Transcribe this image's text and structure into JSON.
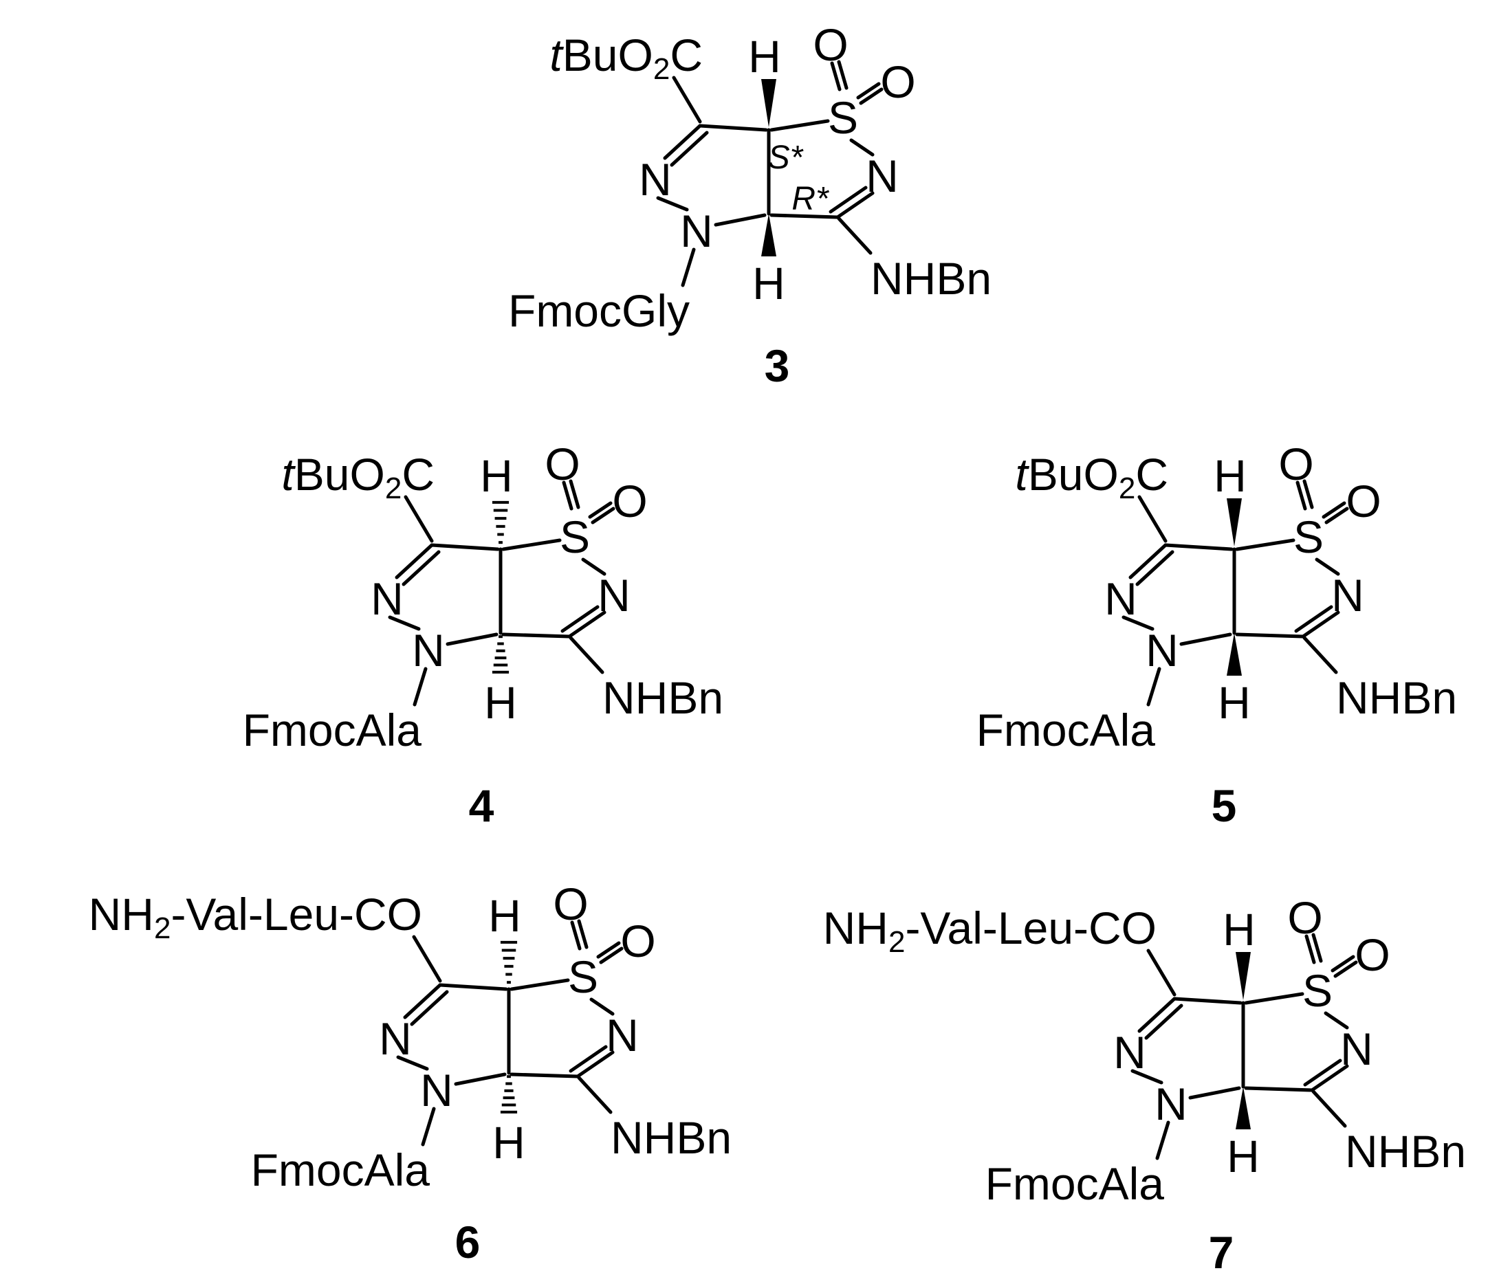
{
  "figure": {
    "atoms": {
      "N": "N",
      "S": "S",
      "O": "O",
      "H": "H"
    },
    "compounds": [
      {
        "number": "3",
        "ester_prefix": "t",
        "ester_main": "BuO",
        "ester_sub": "2",
        "ester_end": "C",
        "substituent_n": "FmocGly",
        "amine": "NHBn",
        "stereo_top": "S*",
        "stereo_bottom": "R*",
        "top_h_stereo": "wedge",
        "bottom_h_stereo": "wedge"
      },
      {
        "number": "4",
        "ester_prefix": "t",
        "ester_main": "BuO",
        "ester_sub": "2",
        "ester_end": "C",
        "substituent_n": "FmocAla",
        "amine": "NHBn",
        "top_h_stereo": "hash",
        "bottom_h_stereo": "hash"
      },
      {
        "number": "5",
        "ester_prefix": "t",
        "ester_main": "BuO",
        "ester_sub": "2",
        "ester_end": "C",
        "substituent_n": "FmocAla",
        "amine": "NHBn",
        "top_h_stereo": "wedge",
        "bottom_h_stereo": "wedge"
      },
      {
        "number": "6",
        "peptide_main": "NH",
        "peptide_sub": "2",
        "peptide_end": "-Val-Leu-CO",
        "substituent_n": "FmocAla",
        "amine": "NHBn",
        "top_h_stereo": "hash",
        "bottom_h_stereo": "hash"
      },
      {
        "number": "7",
        "peptide_main": "NH",
        "peptide_sub": "2",
        "peptide_end": "-Val-Leu-CO",
        "substituent_n": "FmocAla",
        "amine": "NHBn",
        "top_h_stereo": "wedge",
        "bottom_h_stereo": "wedge"
      }
    ]
  }
}
